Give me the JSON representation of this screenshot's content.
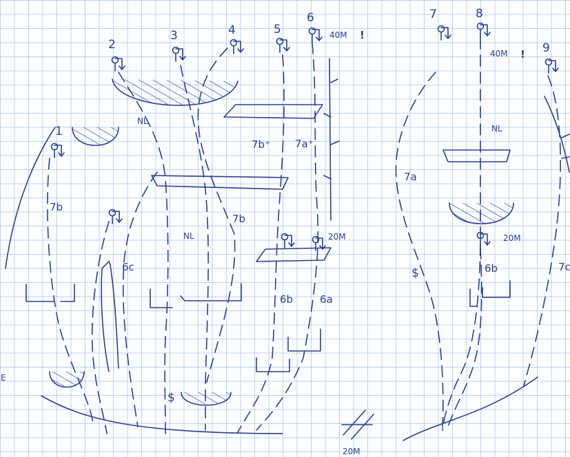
{
  "route_numbers": {
    "r1": "1",
    "r2": "2",
    "r3": "3",
    "r4": "4",
    "r5": "5",
    "r6": "6",
    "r7": "7",
    "r8": "8",
    "r9": "9"
  },
  "grades": {
    "g1": "7b",
    "g2": "7b⁺",
    "g3": "7a⁺",
    "g4": "7b",
    "g5": "6c",
    "g6": "6b",
    "g7": "6a",
    "g8": "7a",
    "g9": "6b",
    "g10": "7c"
  },
  "notes": {
    "nl1": "NL",
    "nl2": "NL",
    "nl3": "NL",
    "len40a": "40M",
    "len40b": "40M",
    "warn1": "!",
    "warn2": "!",
    "len20a": "20M",
    "len20b": "20M",
    "len20c": "20M",
    "edge_e": "E",
    "dollar1": "$",
    "dollar2": "$"
  }
}
